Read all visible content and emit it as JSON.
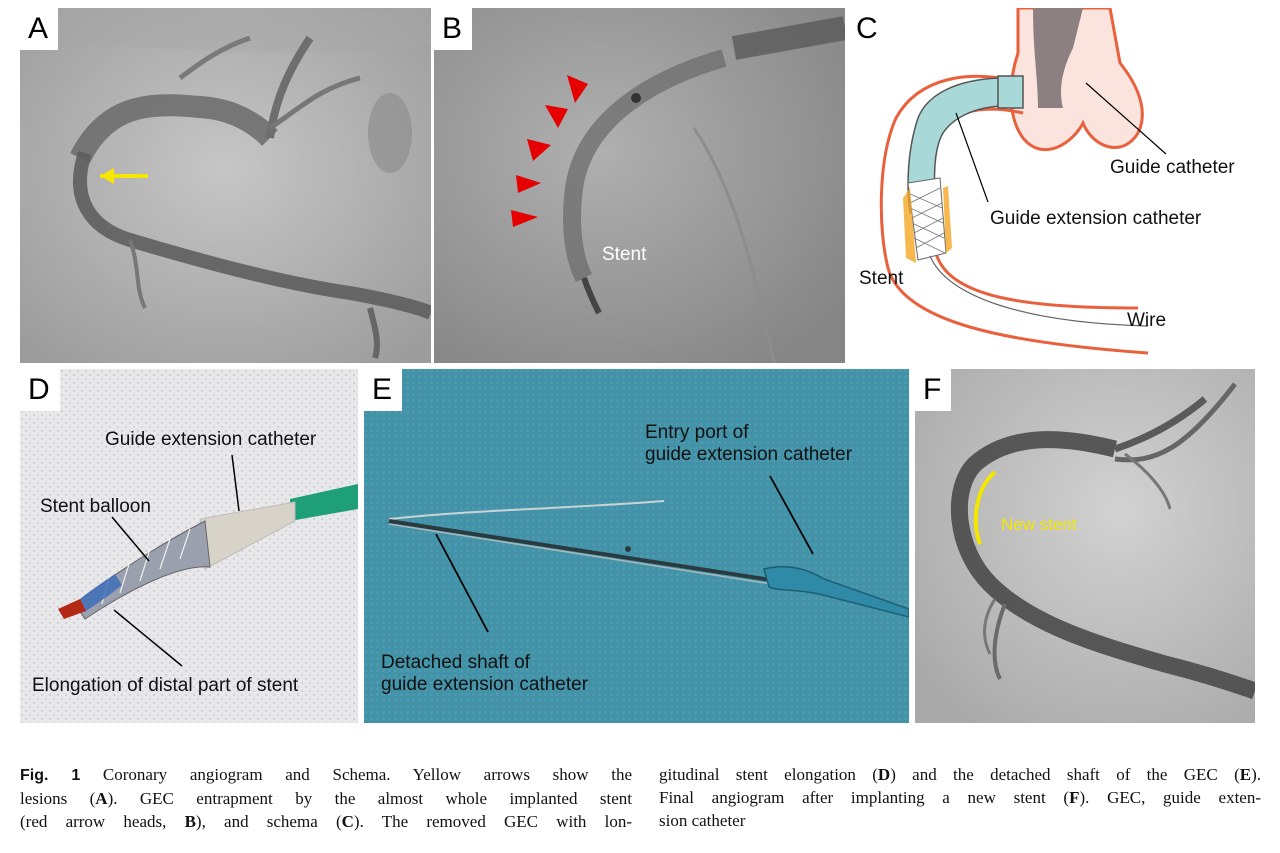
{
  "panels": {
    "A": {
      "letter": "A"
    },
    "B": {
      "letter": "B",
      "stent_label": "Stent"
    },
    "C": {
      "letter": "C",
      "guide_catheter": "Guide catheter",
      "guide_extension_catheter": "Guide extension catheter",
      "stent": "Stent",
      "wire": "Wire"
    },
    "D": {
      "letter": "D",
      "guide_extension_catheter": "Guide extension catheter",
      "stent_balloon": "Stent balloon",
      "elongation": "Elongation of distal part of stent"
    },
    "E": {
      "letter": "E",
      "entry_port_1": "Entry port of",
      "entry_port_2": "guide extension catheter",
      "detached_1": "Detached shaft of",
      "detached_2": "guide extension catheter"
    },
    "F": {
      "letter": "F",
      "new_stent": "New stent"
    }
  },
  "caption": {
    "fig_label": "Fig. 1",
    "left": [
      " Coronary angiogram and Schema. Yellow arrows show the",
      "lesions (",
      "). GEC entrapment by the almost whole implanted stent",
      "(red arrow heads, ",
      "), and schema (",
      "). The removed GEC with lon-"
    ],
    "right": [
      "gitudinal stent elongation (",
      ") and the detached shaft of the GEC (",
      ").",
      "Final angiogram after implanting a new stent (",
      "). GEC, guide exten-",
      "sion catheter"
    ],
    "refs": [
      "A",
      "B",
      "C",
      "D",
      "E",
      "F"
    ]
  },
  "colors": {
    "red_arrowhead": "#e60000",
    "yellow_arrow": "#f5e600",
    "vessel_wall": "#e9603c",
    "extension_catheter": "#a9d8d8",
    "guide_catheter": "#8c8080",
    "drape": "#3f8fa4",
    "catheter_green": "#1f9f78"
  }
}
